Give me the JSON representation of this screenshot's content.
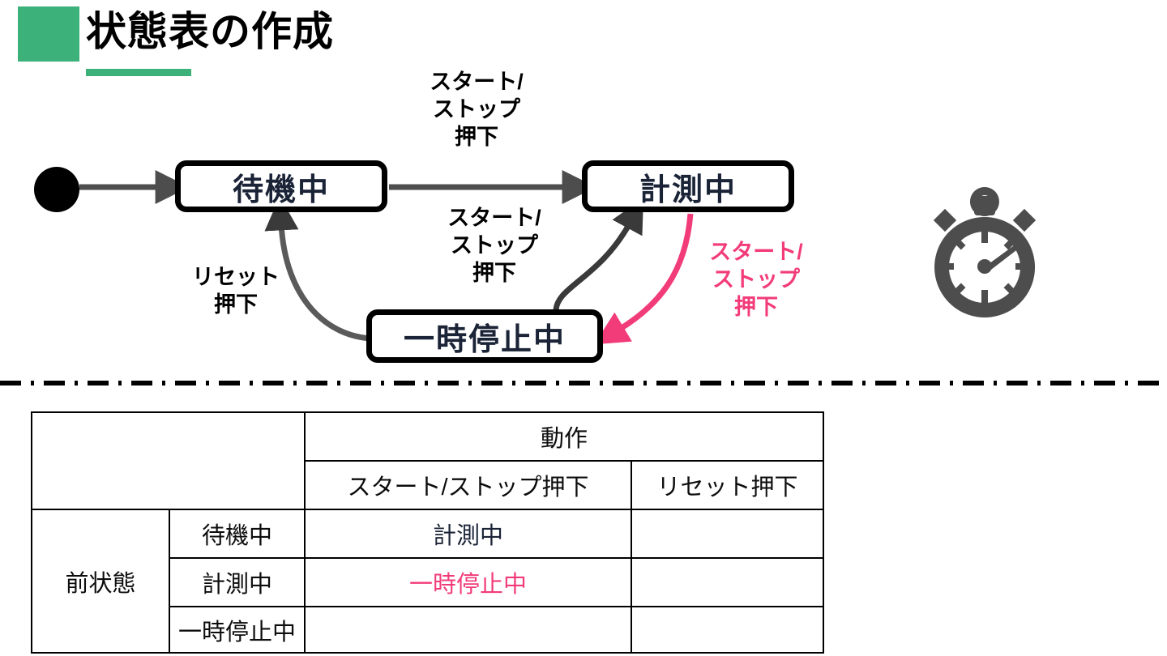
{
  "slide": {
    "title": "状態表の作成",
    "accent_green": "#3cb179",
    "accent_pink": "#f23c79",
    "state_text_color": "#1b2437"
  },
  "diagram": {
    "initial_node": "initial-state-dot",
    "states": [
      {
        "id": "idle",
        "label": "待機中"
      },
      {
        "id": "measure",
        "label": "計測中"
      },
      {
        "id": "paused",
        "label": "一時停止中"
      }
    ],
    "transitions": [
      {
        "from": "initial",
        "to": "idle",
        "label": ""
      },
      {
        "from": "idle",
        "to": "measure",
        "label": "スタート/\nストップ\n押下",
        "color": "#000000"
      },
      {
        "from": "paused",
        "to": "measure",
        "label": "スタート/\nストップ\n押下",
        "color": "#000000"
      },
      {
        "from": "paused",
        "to": "idle",
        "label": "リセット\n押下",
        "color": "#000000"
      },
      {
        "from": "measure",
        "to": "paused",
        "label": "スタート/\nストップ\n押下",
        "color": "#f23c79"
      }
    ],
    "icon": "stopwatch-icon"
  },
  "table": {
    "header_group": "動作",
    "columns": [
      "スタート/ストップ押下",
      "リセット押下"
    ],
    "row_group_label": "前状態",
    "rows": [
      {
        "state": "待機中",
        "start_stop": "計測中",
        "start_stop_style": "navy",
        "reset": ""
      },
      {
        "state": "計測中",
        "start_stop": "一時停止中",
        "start_stop_style": "pink",
        "reset": ""
      },
      {
        "state": "一時停止中",
        "start_stop": "",
        "start_stop_style": "none",
        "reset": ""
      }
    ]
  }
}
